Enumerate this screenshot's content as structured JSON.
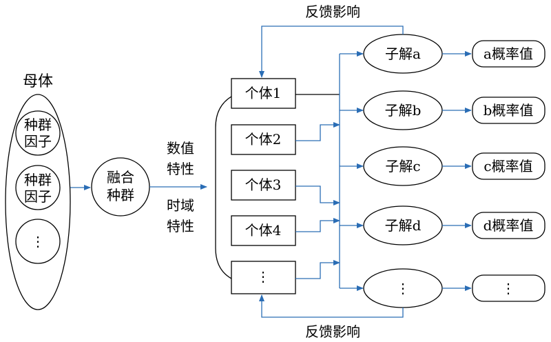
{
  "labels": {
    "mother": "母体",
    "factor1_line1": "种群",
    "factor1_line2": "因子",
    "factor2_line1": "种群",
    "factor2_line2": "因子",
    "factor_more": "⋮",
    "fused_line1": "融合",
    "fused_line2": "种群",
    "feature_value_line1": "数值",
    "feature_value_line2": "特性",
    "feature_time_line1": "时域",
    "feature_time_line2": "特性",
    "feedback_top": "反馈影响",
    "feedback_bottom": "反馈影响"
  },
  "individuals": [
    "个体1",
    "个体2",
    "个体3",
    "个体4",
    "⋮"
  ],
  "solutions": [
    "子解a",
    "子解b",
    "子解c",
    "子解d",
    "⋮"
  ],
  "probabilities": [
    "a概率值",
    "b概率值",
    "c概率值",
    "d概率值",
    "⋮"
  ],
  "colors": {
    "arrow": "#2a6db5",
    "stroke": "#000000"
  }
}
